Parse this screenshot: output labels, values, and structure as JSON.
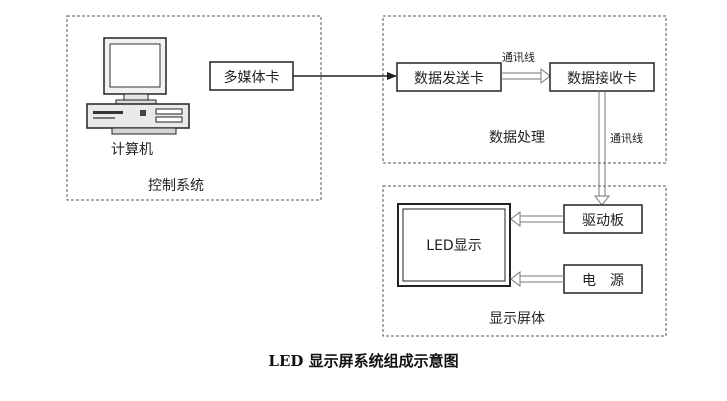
{
  "groups": {
    "control": "控制系统",
    "data_processing": "数据处理",
    "display_body": "显示屏体"
  },
  "nodes": {
    "computer": "计算机",
    "multimedia_card": "多媒体卡",
    "sender_card": "数据发送卡",
    "receiver_card": "数据接收卡",
    "led_display": "LED显示",
    "driver_board": "驱动板",
    "power_supply": "电　源"
  },
  "edges": {
    "comm_line_1": "通讯线",
    "comm_line_2": "通讯线"
  },
  "icons": {
    "computer": "desktop-computer-icon"
  },
  "caption": "LED 显示屏系统组成示意图"
}
